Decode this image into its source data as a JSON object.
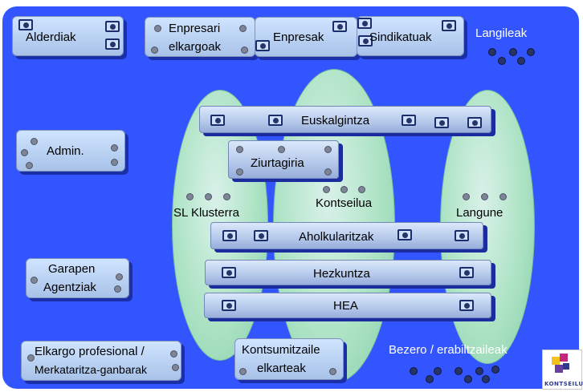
{
  "orgs_top": {
    "alderdiak": "Alderdiak",
    "enpresari_line1": "Enpresari",
    "enpresari_line2": "elkargoak",
    "enpresak": "Enpresak",
    "sindikatuak": "Sindikatuak",
    "langileak": "Langileak"
  },
  "orgs_left": {
    "admin": "Admin.",
    "garapen_line1": "Garapen",
    "garapen_line2": "Agentziak"
  },
  "orgs_bottom": {
    "elkargo_line1": "Elkargo profesional /",
    "elkargo_line2": "Merkataritza-ganbarak",
    "kontsumitzaile_line1": "Kontsumitzaile",
    "kontsumitzaile_line2": "elkarteak",
    "bezero": "Bezero / erabiltzaileak"
  },
  "circles": {
    "sl_klusterra": "SL Klusterra",
    "kontseilua": "Kontseilua",
    "langune": "Langune"
  },
  "bars": {
    "euskalgintza": "Euskalgintza",
    "ziurtagiria": "Ziurtagiria",
    "aholkularitzak": "Aholkularitzak",
    "hezkuntza": "Hezkuntza",
    "hea": "HEA"
  },
  "logo": {
    "text": "KONTSEILUA"
  },
  "colors": {
    "background": "#3355ff",
    "circle": "#b8f0c0",
    "box": "#b4c8ea"
  }
}
